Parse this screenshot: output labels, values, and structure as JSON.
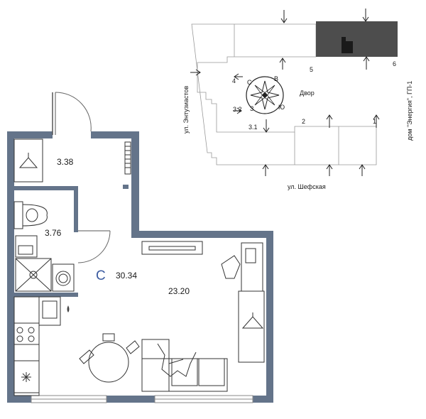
{
  "plan": {
    "total_area": "30.34",
    "total_area_letter": "С",
    "rooms": {
      "hall": "3.38",
      "bathroom": "3.76",
      "main": "23.20"
    }
  },
  "site_plan": {
    "street_left": "ул. Энтузиастов",
    "street_bottom": "ул. Шефская",
    "courtyard": "Двор",
    "house_label": "дом \"Энергия\", ГП-1",
    "sections": [
      "1",
      "2",
      "3.1",
      "3.2",
      "4",
      "5",
      "6"
    ],
    "compass": {
      "north": "С",
      "east": "В",
      "south": "Ю",
      "west": "З"
    }
  },
  "colors": {
    "wall": "#64748a",
    "highlight": "#4d4d4d",
    "outline": "#888888"
  }
}
